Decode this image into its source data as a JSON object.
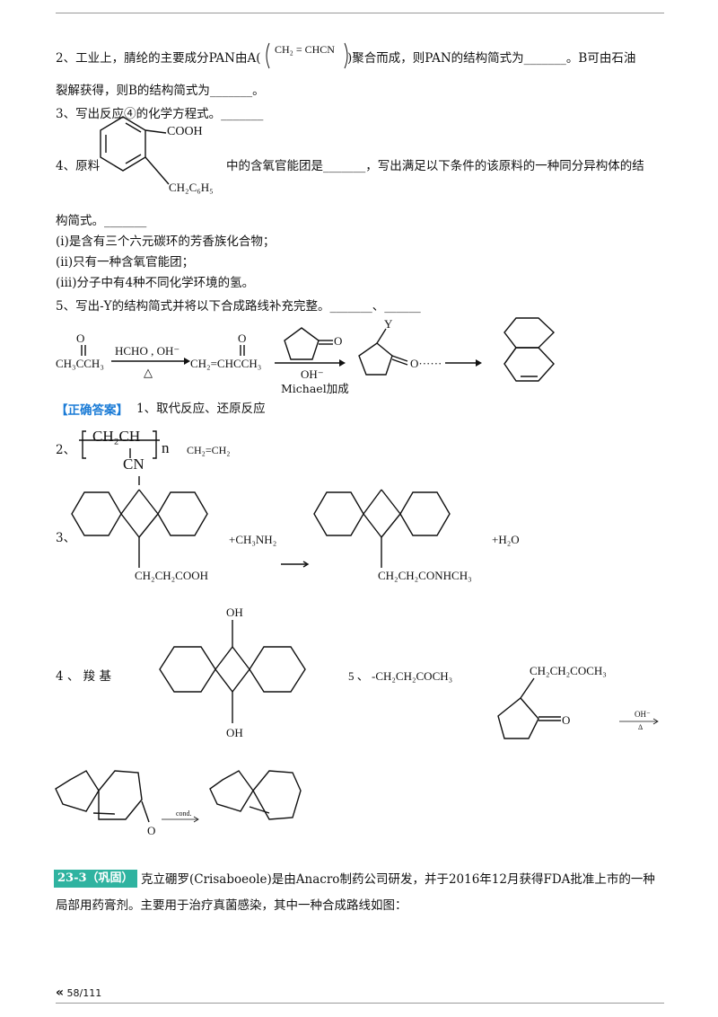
{
  "q2": {
    "text1": "2、工业上，腈纶的主要成分PAN由A(",
    "formula": "CH₂ = CHCN",
    "text2": ")聚合而成，则PAN的结构简式为_______。B可由石油",
    "text3": "裂解获得，则B的结构简式为_______。"
  },
  "q3": {
    "text": "3、写出反应④的化学方程式。_______"
  },
  "q4": {
    "label": "4、原料",
    "cooh": "COOH",
    "substituent": "CH₂C₆H₅",
    "text1": "中的含氧官能团是_______，写出满足以下条件的该原料的一种同分异构体的结",
    "text2": "构简式。_______",
    "cond1": "(ⅰ)是含有三个六元碳环的芳香族化合物；",
    "cond2": "(ⅱ)只有一种含氧官能团；",
    "cond3": "(iii)分子中有4种不同化学环境的氢。"
  },
  "q5": {
    "text": "5、写出-Y的结构简式并将以下合成路线补充完整。_______、______",
    "o_label": "O",
    "acetone": "CH₃CCH₃",
    "reagent1": "HCHO , OH⁻",
    "heat": "△",
    "mvk": "CH₂=CHCCH₃",
    "oh": "OH⁻",
    "michael": "Michael加成",
    "y": "Y",
    "dots": "O······"
  },
  "answer": {
    "label": "【正确答案】",
    "a1": "1、取代反应、还原反应",
    "a2_num": "2、",
    "a2_poly": "CH₂CH",
    "a2_n": "n",
    "a2_cn": "CN",
    "a2_b": "CH₂=CH₂",
    "a3_num": "3、",
    "a3_side1": "CH₂CH₂COOH",
    "a3_plus1": "+CH₃NH₂",
    "a3_side2": "CH₂CH₂CONHCH₃",
    "a3_plus2": "+H₂O",
    "a4_num": "4 、 羧 基",
    "a4_oh": "OH",
    "a5_num": "5 、 -CH₂CH₂COCH₃",
    "a5_side": "CH₂CH₂COCH₃",
    "a5_o": "O",
    "a5_cond1": "OH⁻",
    "a5_cond1b": "Δ",
    "a5_cond2": "cond."
  },
  "q23": {
    "badge": "23-3（巩固）",
    "text1": "克立硼罗(Crisaboeole)是由Anacro制药公司研发，并于2016年12月获得FDA批准上市的一种",
    "text2": "局部用药膏剂。主要用于治疗真菌感染，其中一种合成路线如图："
  },
  "footer": {
    "marker": "«",
    "page": "58/111"
  }
}
